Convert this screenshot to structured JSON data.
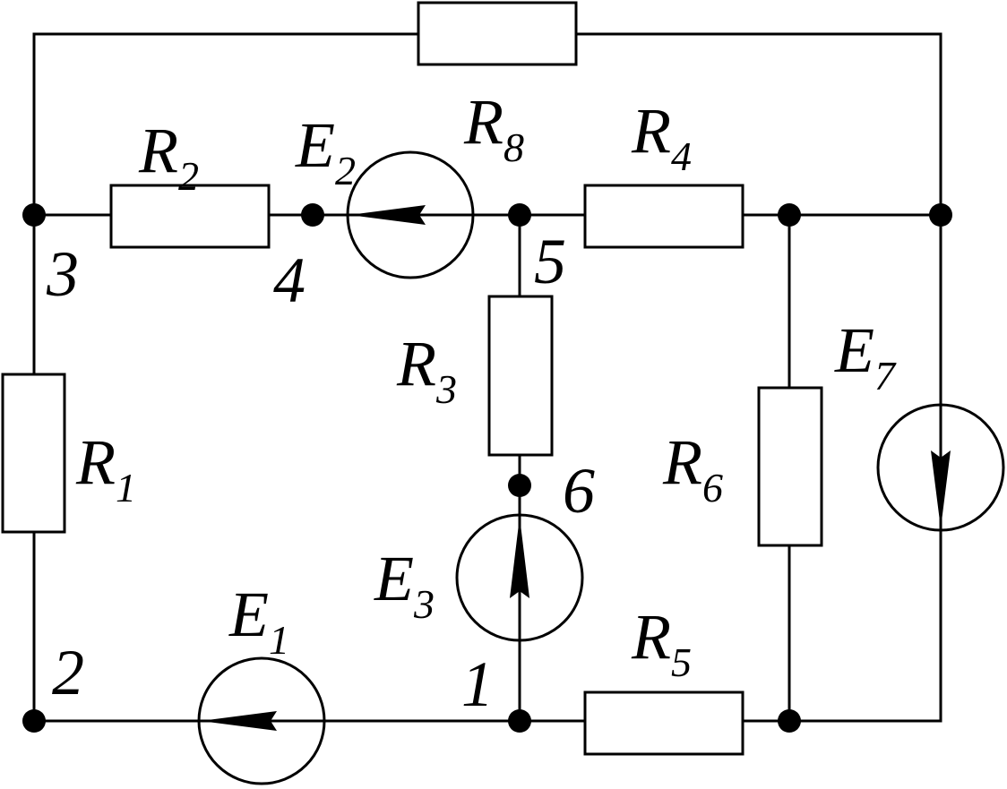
{
  "diagram": {
    "title": "Electrical circuit",
    "colors": {
      "line": "#000000",
      "background": "#ffffff"
    },
    "labels": [
      {
        "id": "R2",
        "main": "R",
        "sub": "2"
      },
      {
        "id": "E2",
        "main": "E",
        "sub": "2"
      },
      {
        "id": "R8",
        "main": "R",
        "sub": "8"
      },
      {
        "id": "R4",
        "main": "R",
        "sub": "4"
      },
      {
        "id": "R3",
        "main": "R",
        "sub": "3"
      },
      {
        "id": "R1",
        "main": "R",
        "sub": "1"
      },
      {
        "id": "R6",
        "main": "R",
        "sub": "6"
      },
      {
        "id": "E7",
        "main": "E",
        "sub": "7"
      },
      {
        "id": "E3",
        "main": "E",
        "sub": "3"
      },
      {
        "id": "E1",
        "main": "E",
        "sub": "1"
      },
      {
        "id": "R5",
        "main": "R",
        "sub": "5"
      }
    ],
    "nodes": [
      "1",
      "2",
      "3",
      "4",
      "5",
      "6"
    ]
  }
}
